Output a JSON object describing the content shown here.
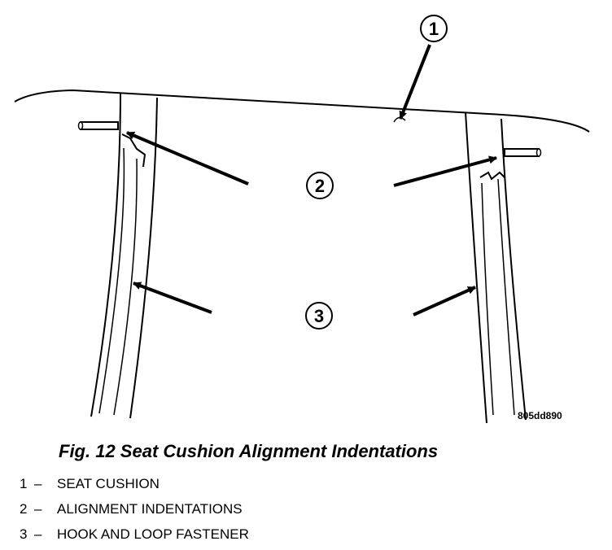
{
  "figure": {
    "callouts": [
      "1",
      "2",
      "3"
    ],
    "code": "805dd890"
  },
  "caption": "Fig. 12 Seat Cushion Alignment Indentations",
  "legend": [
    {
      "num": "1",
      "dash": "–",
      "label": "SEAT CUSHION"
    },
    {
      "num": "2",
      "dash": "–",
      "label": "ALIGNMENT INDENTATIONS"
    },
    {
      "num": "3",
      "dash": "–",
      "label": "HOOK AND LOOP FASTENER"
    }
  ]
}
